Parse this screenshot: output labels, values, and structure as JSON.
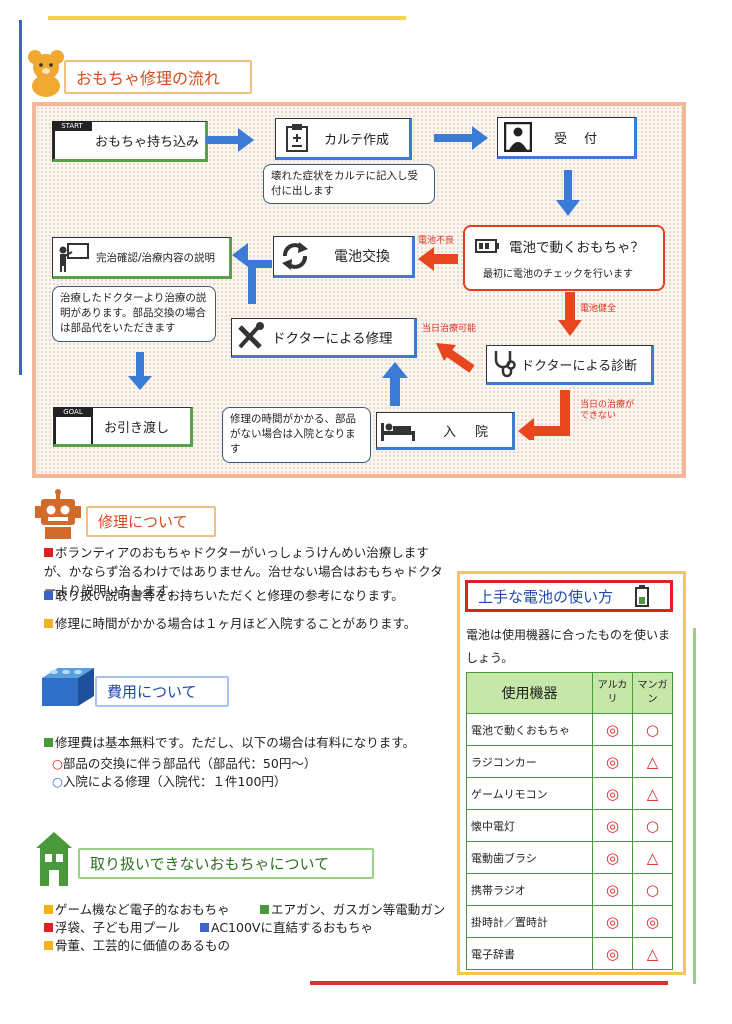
{
  "flow": {
    "title": "おもちゃ修理の流れ",
    "start_tag": "START",
    "goal_tag": "GOAL",
    "steps": {
      "bring": "おもちゃ持ち込み",
      "chart": "カルテ作成",
      "reception": "受　付",
      "battery_toy": "電池で動くおもちゃ？",
      "battery_check": "最初に電池のチェックを行います",
      "battery_swap": "電池交換",
      "explain": "完治確認/治療内容の説明",
      "repair": "ドクターによる修理",
      "diagnosis": "ドクターによる診断",
      "hospital": "入　院",
      "handover": "お引き渡し"
    },
    "notes": {
      "chart_note": "壊れた症状をカルテに記入し受付に出します",
      "explain_note": "治療したドクターより治療の説明があります。部品交換の場合は部品代をいただきます",
      "hospital_note": "修理の時間がかかる、部品がない場合は入院となります"
    },
    "labels": {
      "battery_bad": "電池不良",
      "battery_ok": "電池健全",
      "sameday_ok": "当日治療可能",
      "sameday_ng": "当日の治療ができない"
    }
  },
  "repair": {
    "title": "修理について",
    "items": [
      {
        "color": "#e02020",
        "text": "ボランティアのおもちゃドクターがいっしょうけんめい治療しますが、かならず治るわけではありません。治せない場合はおもちゃドクターより説明いたします。"
      },
      {
        "color": "#3a64c8",
        "text": "取り扱い説明書等をお持ちいただくと修理の参考になります。"
      },
      {
        "color": "#f3b020",
        "text": "修理に時間がかかる場合は１ヶ月ほど入院することがあります。"
      }
    ]
  },
  "cost": {
    "title": "費用について",
    "main": "修理費は基本無料です。ただし、以下の場合は有料になります。",
    "sub1": "部品の交換に伴う部品代（部品代：50円～）",
    "sub2": "入院による修理（入院代：１件100円）",
    "main_color": "#4a9a3c",
    "sub1_color": "#e02020",
    "sub2_color": "#3a64c8"
  },
  "notaccepted": {
    "title": "取り扱いできないおもちゃについて",
    "items": [
      {
        "color": "#f3b020",
        "text": "ゲーム機など電子的なおもちゃ"
      },
      {
        "color": "#4a9a3c",
        "text": "エアガン、ガスガン等電動ガン"
      },
      {
        "color": "#e02020",
        "text": "浮袋、子ども用プール"
      },
      {
        "color": "#3a64c8",
        "text": "AC100Vに直結するおもちゃ"
      },
      {
        "color": "#f3b020",
        "text": "骨董、工芸的に価値のあるもの"
      }
    ]
  },
  "battery": {
    "title": "上手な電池の使い方",
    "intro": "電池は使用機器に合ったものを使いましょう。",
    "headers": [
      "使用機器",
      "アルカリ",
      "マンガン"
    ],
    "rows": [
      [
        "電池で動くおもちゃ",
        "◎",
        "○"
      ],
      [
        "ラジコンカー",
        "◎",
        "△"
      ],
      [
        "ゲームリモコン",
        "◎",
        "△"
      ],
      [
        "懐中電灯",
        "◎",
        "○"
      ],
      [
        "電動歯ブラシ",
        "◎",
        "△"
      ],
      [
        "携帯ラジオ",
        "◎",
        "○"
      ],
      [
        "掛時計／置時計",
        "◎",
        "◎"
      ],
      [
        "電子辞書",
        "◎",
        "△"
      ]
    ]
  }
}
